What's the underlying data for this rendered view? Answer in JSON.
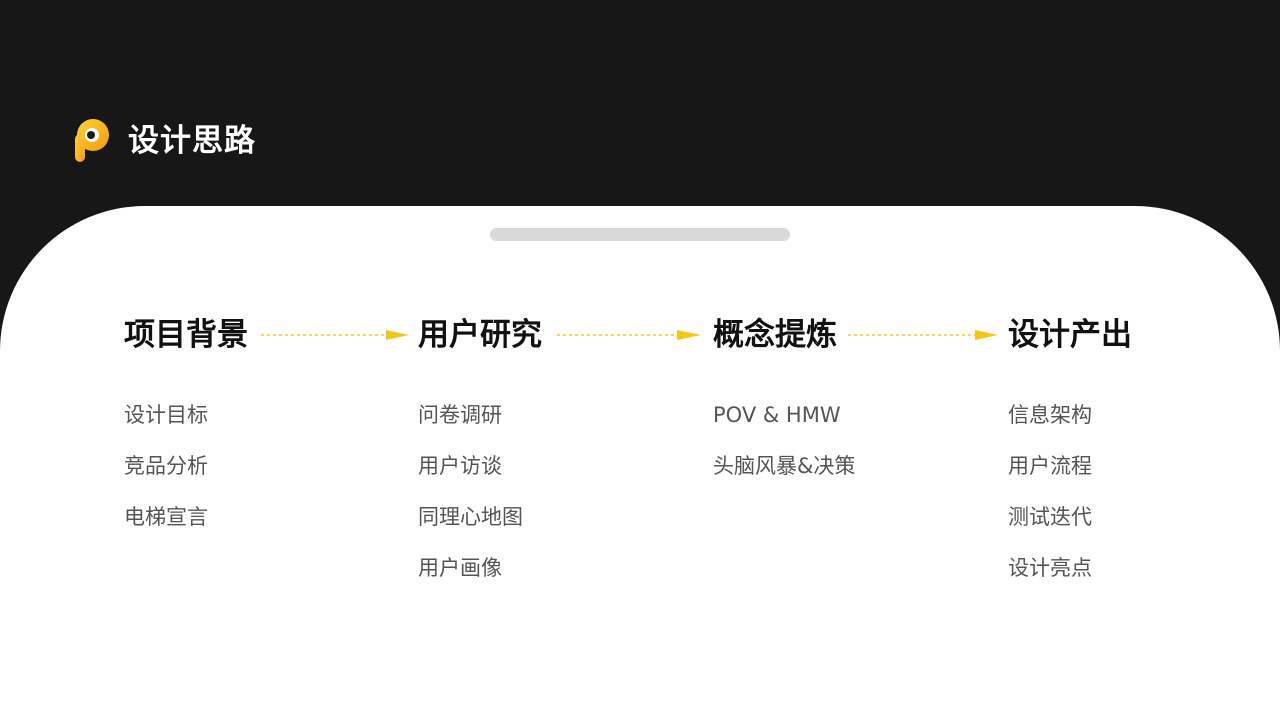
{
  "header": {
    "title": "设计思路"
  },
  "colors": {
    "background": "#171717",
    "card": "#ffffff",
    "accent": "#f5c518",
    "handle": "#d9d9d9",
    "heading": "#111111",
    "item": "#555555"
  },
  "steps": [
    {
      "title": "项目背景",
      "items": [
        "设计目标",
        "竞品分析",
        "电梯宣言"
      ]
    },
    {
      "title": "用户研究",
      "items": [
        "问卷调研",
        "用户访谈",
        "同理心地图",
        "用户画像"
      ]
    },
    {
      "title": "概念提炼",
      "items": [
        "POV & HMW",
        "头脑风暴&决策"
      ]
    },
    {
      "title": "设计产出",
      "items": [
        "信息架构",
        "用户流程",
        "测试迭代",
        "设计亮点"
      ]
    }
  ]
}
